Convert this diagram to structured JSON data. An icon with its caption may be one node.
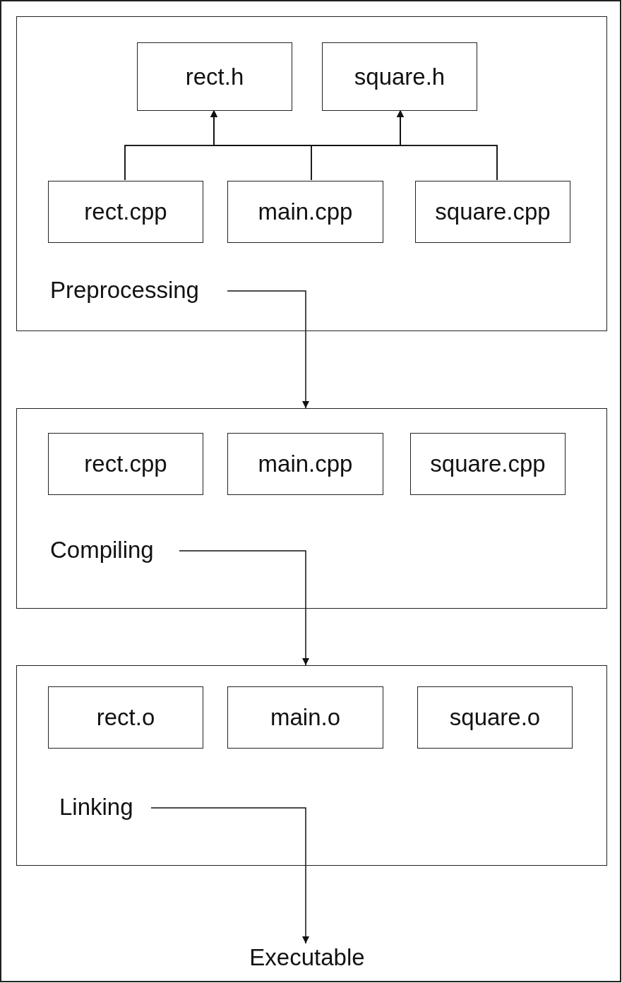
{
  "diagram": {
    "nodes": [
      {
        "text": [],
        "shape": "box"
      },
      {
        "text": [
          "rect.h"
        ],
        "in": 0
      },
      {
        "text": [
          "square.h"
        ],
        "in": 0
      },
      {
        "text": [
          "rect.cpp"
        ],
        "in": 0
      },
      {
        "text": [
          "main.cpp"
        ],
        "in": 0
      },
      {
        "text": [
          "square.cpp"
        ],
        "in": 0
      },
      {
        "text": [
          "Preprocessing"
        ],
        "in": 0
      },
      {
        "text": [],
        "shape": "box"
      },
      {
        "text": [
          "rect.cpp"
        ],
        "in": 7
      },
      {
        "text": [
          "main.cpp"
        ],
        "in": 7
      },
      {
        "text": [
          "square.cpp"
        ],
        "in": 7
      },
      {
        "text": [
          "Compiling"
        ],
        "in": 7
      },
      {
        "text": [],
        "shape": "box"
      },
      {
        "text": [
          "rect.o"
        ],
        "in": 12
      },
      {
        "text": [
          "main.o"
        ],
        "in": 12
      },
      {
        "text": [
          "square.o"
        ],
        "in": 12
      },
      {
        "text": [
          "Linking"
        ],
        "in": 12
      },
      {
        "text": [
          "Executable"
        ]
      }
    ],
    "edges": [
      {
        "from": 3,
        "to": 1,
        "arrow": "to"
      },
      {
        "from": 3,
        "to": 2,
        "arrow": "to"
      },
      {
        "from": 4,
        "to": 1,
        "arrow": "to"
      },
      {
        "from": 4,
        "to": 2,
        "arrow": "to"
      },
      {
        "from": 5,
        "to": 1,
        "arrow": "to"
      },
      {
        "from": 5,
        "to": 2,
        "arrow": "to"
      },
      {
        "from": 6,
        "to": 7,
        "arrow": "to"
      },
      {
        "from": 11,
        "to": 12,
        "arrow": "to"
      },
      {
        "from": 16,
        "to": 17,
        "arrow": "to"
      }
    ]
  }
}
